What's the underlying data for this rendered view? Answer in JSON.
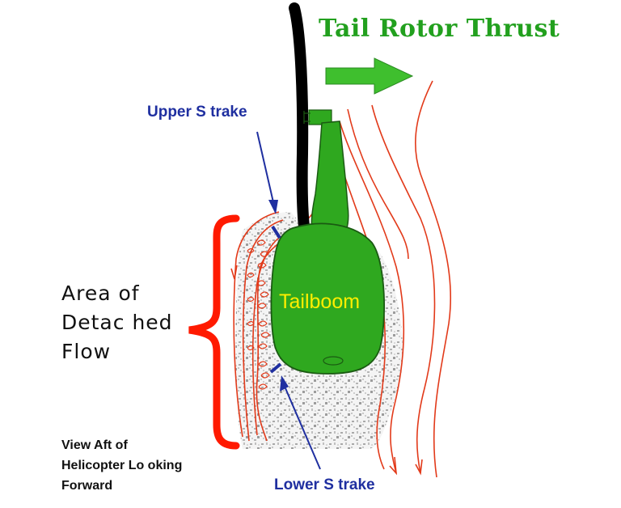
{
  "title": "Tail Rotor Thrust",
  "labels": {
    "upper_strake": "Upper S trake",
    "lower_strake": "Lower S trake",
    "tailboom": "Tailboom",
    "detached_flow": [
      "Area of",
      "Detac hed",
      "Flow"
    ],
    "view_caption": [
      "View Aft of",
      "Helicopter Lo oking",
      "Forward"
    ]
  },
  "colors": {
    "title": "#22a01e",
    "tailboom_fill": "#2fa81f",
    "tailboom_text": "#ffee00",
    "strake_label": "#1f2fa0",
    "flow_lines": "#e23a1a",
    "bracket": "#ff1a00",
    "thrust_arrow": "#3fbf2e",
    "tail_rotor_blade": "#000000"
  }
}
